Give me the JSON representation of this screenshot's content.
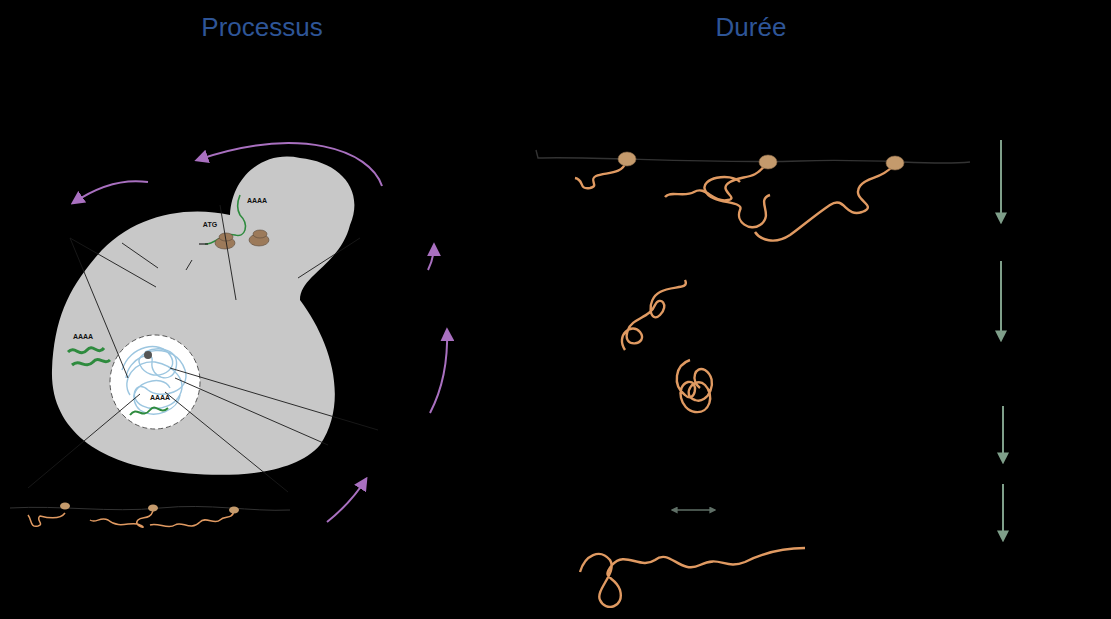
{
  "diagram": {
    "labels": [
      "Processus",
      "Durée",
      "AAAA",
      "AAAA",
      "ATG",
      "AAAA"
    ]
  }
}
